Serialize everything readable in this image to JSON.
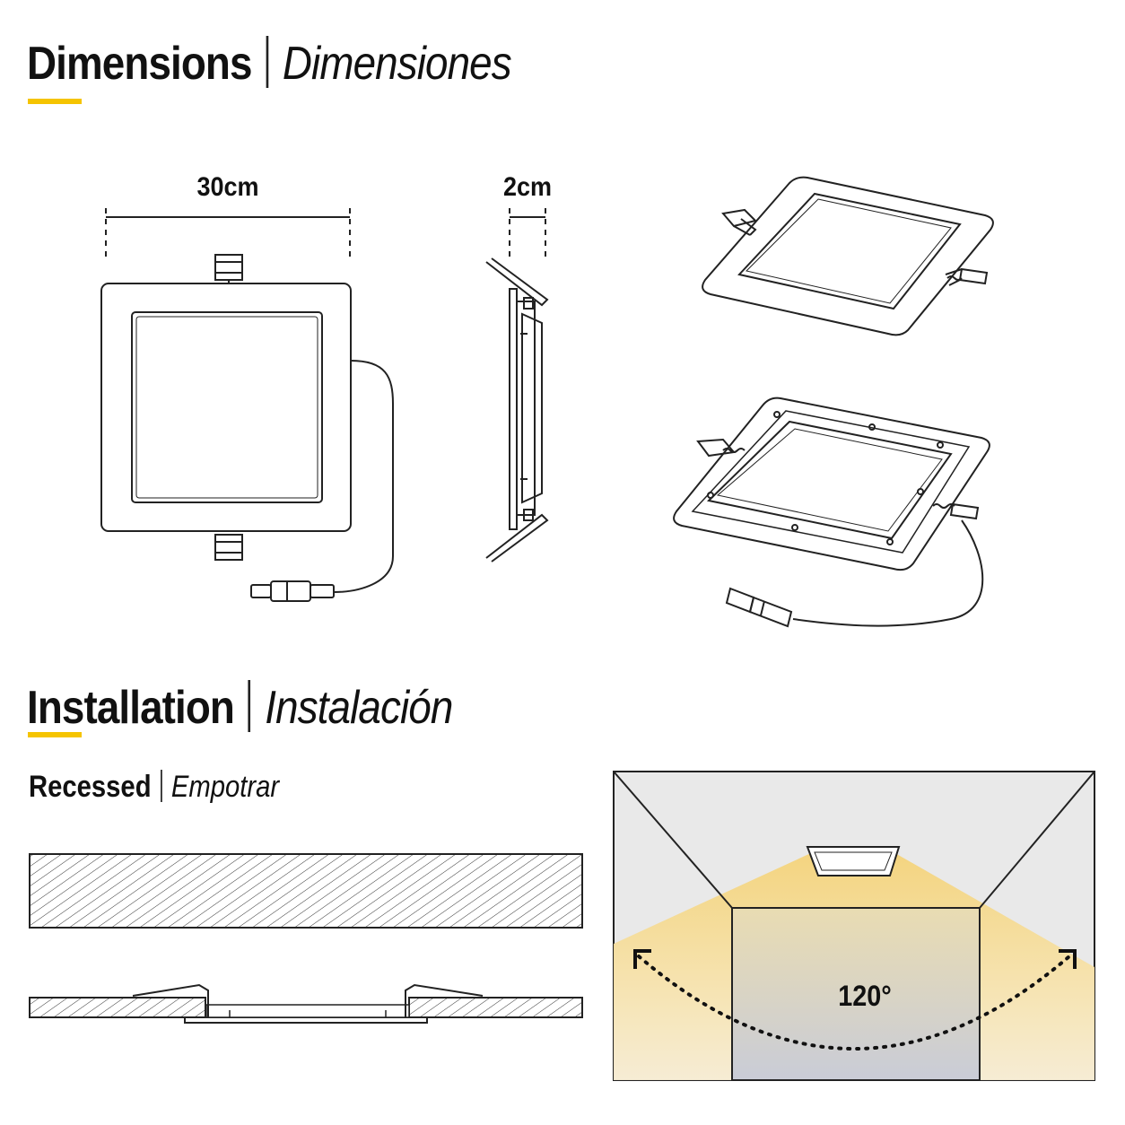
{
  "headings": {
    "dimensions": {
      "main": "Dimensions",
      "sub": "Dimensiones"
    },
    "installation": {
      "main": "Installation",
      "sub": "Instalación"
    },
    "recessed": {
      "main": "Recessed",
      "sub": "Empotrar"
    }
  },
  "labels": {
    "width": "30cm",
    "depth": "2cm",
    "angle": "120°"
  },
  "colors": {
    "accent": "#f5c400",
    "line": "#222222",
    "light_beam": "#f3d98a",
    "room_bg": "#e9e9e9"
  }
}
